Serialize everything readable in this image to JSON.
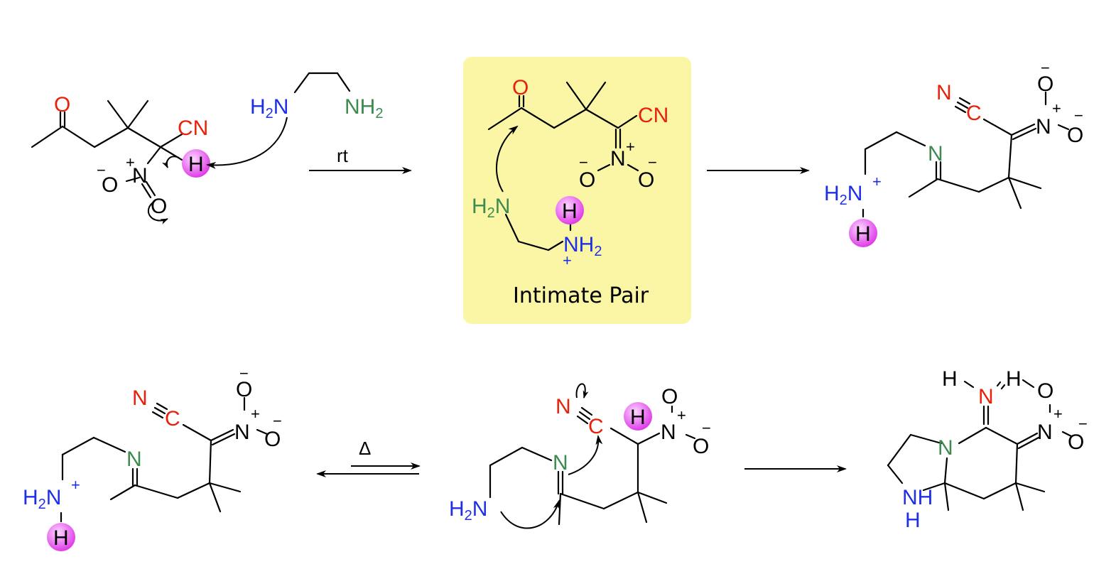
{
  "colors": {
    "oxygen_carbonyl": "#e8210a",
    "nitrile": "#e8210a",
    "amine_primary": "#1e2fe6",
    "amine_secondary": "#3d8b4f",
    "bond": "#000000",
    "highlight_h": "#e84ff0",
    "intimate_pair_box": "#faf6a6"
  },
  "labels": {
    "O": "O",
    "N": "N",
    "H": "H",
    "C": "C",
    "CN": "CN",
    "NH": "NH",
    "H2N": "H2N",
    "NH2": "NH2",
    "plus": "+",
    "minus": "−"
  },
  "conditions": {
    "step1": "rt",
    "step3": "Δ"
  },
  "box": {
    "caption": "Intimate Pair"
  },
  "icons": [
    "highlighted-hydrogen-icon",
    "curved-electron-arrow-icon",
    "reaction-arrow-icon",
    "equilibrium-arrow-icon"
  ]
}
